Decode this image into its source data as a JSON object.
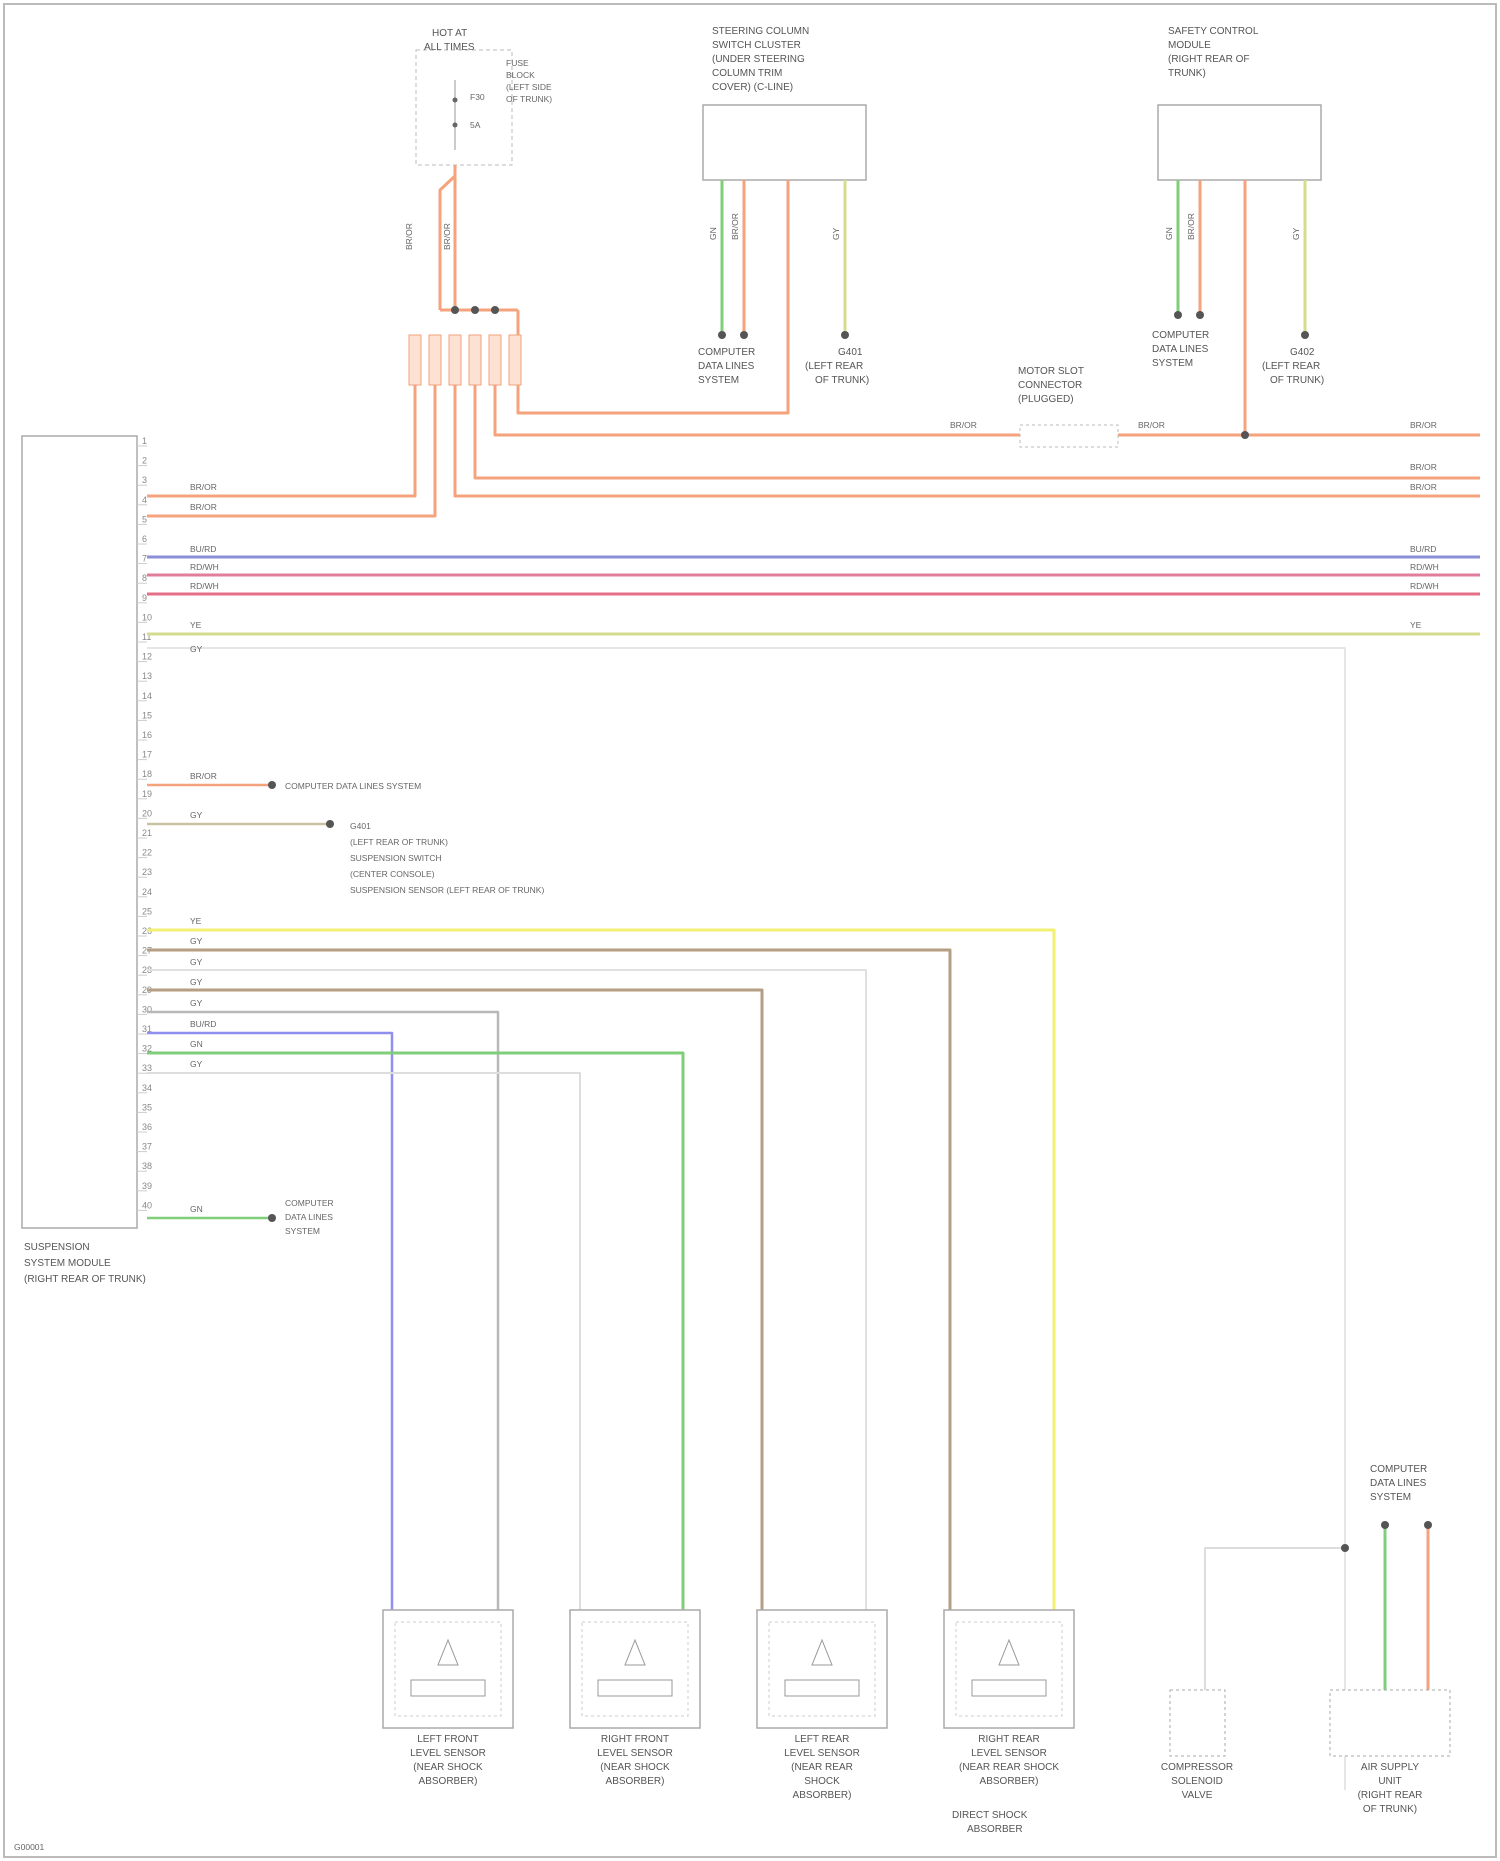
{
  "diagram": {
    "colors": {
      "orange": "#f4a37c",
      "orange_dark": "#ef8a5f",
      "blue": "#8b8fd6",
      "pink": "#e07d9a",
      "red_pink": "#e46f86",
      "yellow": "#f2ef74",
      "beige": "#c9c1a0",
      "tan": "#b59e83",
      "gray": "#b8b8b8",
      "green": "#7fce7a",
      "yellow_green": "#d6dc8e",
      "violet": "#8f8ff0"
    },
    "module": {
      "label_lines": [
        "SUSPENSION",
        "SYSTEM MODULE",
        "(RIGHT REAR OF TRUNK)"
      ]
    },
    "top_components": [
      {
        "id": "fuse",
        "label_lines": [
          "HOT AT",
          "ALL TIMES"
        ],
        "sub_lines": [
          "FUSE",
          "BLOCK",
          "(LEFT SIDE",
          "OF TRUNK)"
        ],
        "fuse": "F30",
        "amp": "5A"
      },
      {
        "id": "steering-column-module",
        "label_lines": [
          "STEERING COLUMN",
          "SWITCH CLUSTER",
          "(UNDER STEERING",
          "COLUMN TRIM",
          "COVER) (C-LINE)"
        ]
      },
      {
        "id": "brake-module",
        "label_lines": [
          "SAFETY CONTROL",
          "MODULE",
          "(RIGHT REAR OF",
          "TRUNK)"
        ]
      }
    ],
    "ground_labels": [
      {
        "lines": [
          "COMPUTER",
          "DATA LINES",
          "SYSTEM"
        ]
      },
      {
        "lines": [
          "G401",
          "(LEFT REAR",
          "OF TRUNK)"
        ]
      },
      {
        "lines": [
          "COMPUTER",
          "DATA LINES",
          "SYSTEM"
        ]
      },
      {
        "lines": [
          "G402",
          "(LEFT REAR",
          "OF TRUNK)"
        ]
      }
    ],
    "connector_label_lines": [
      "MOTOR SLOT",
      "CONNECTOR",
      "(PLUGGED)"
    ],
    "module_notes": {
      "ground_note": "COMPUTER DATA LINES SYSTEM",
      "switch_note_lines": [
        "G401",
        "(LEFT REAR OF TRUNK)",
        "SUSPENSION SWITCH",
        "(CENTER CONSOLE)",
        "SUSPENSION SENSOR (LEFT REAR OF TRUNK)"
      ],
      "bottom_ground_lines": [
        "COMPUTER",
        "DATA LINES",
        "SYSTEM"
      ]
    },
    "bottom_components": [
      {
        "label_lines": [
          "LEFT FRONT",
          "LEVEL SENSOR",
          "(NEAR SHOCK",
          "ABSORBER)"
        ]
      },
      {
        "label_lines": [
          "RIGHT FRONT",
          "LEVEL SENSOR",
          "(NEAR SHOCK",
          "ABSORBER)"
        ]
      },
      {
        "label_lines": [
          "LEFT REAR",
          "LEVEL SENSOR",
          "(NEAR REAR",
          "SHOCK",
          "ABSORBER)"
        ]
      },
      {
        "label_lines": [
          "RIGHT REAR",
          "LEVEL SENSOR",
          "(NEAR REAR SHOCK",
          "ABSORBER)"
        ]
      },
      {
        "label_lines": [
          "COMPRESSOR",
          "SOLENOID",
          "VALVE"
        ]
      },
      {
        "label_lines": [
          "AIR SUPPLY",
          "UNIT",
          "(RIGHT REAR",
          "OF TRUNK)"
        ]
      }
    ],
    "bottom_extra_label_lines": [
      "DIRECT SHOCK",
      "ABSORBER"
    ],
    "corner_code": "G00001",
    "wire_tags": {
      "orange": "BR/OR",
      "pink": "RD/WH",
      "blue": "BU/RD",
      "yellow": "YE",
      "gray": "GY",
      "green": "GN"
    }
  }
}
